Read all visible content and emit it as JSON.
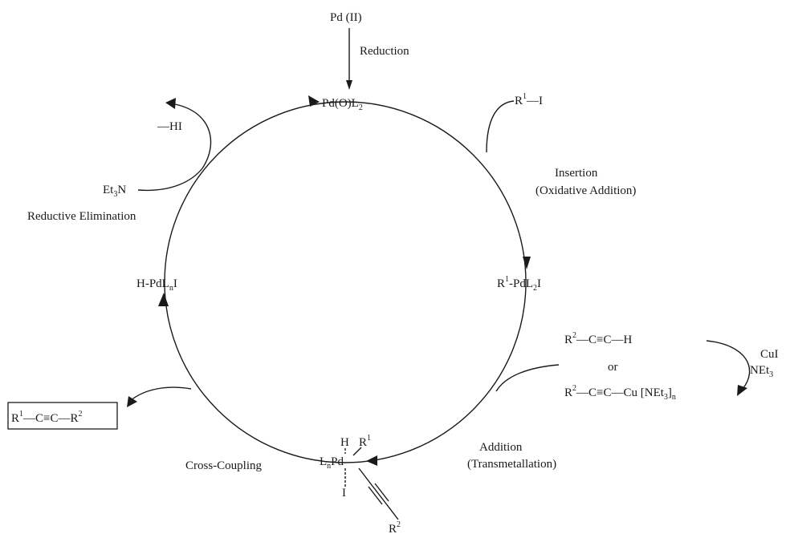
{
  "pd_ii": "Pd (II)",
  "reduction": "Reduction",
  "pd0": {
    "main": "Pd(O)L",
    "sub": "2"
  },
  "r1i": {
    "r": "R",
    "sup": "1",
    "rest": "—I"
  },
  "insertion": "Insertion",
  "oxidative_addition": "(Oxidative Addition)",
  "r1pdl2i": {
    "r": "R",
    "sup": "1",
    "mid": "-PdL",
    "sub": "2",
    "end": "I"
  },
  "alkyne_h": {
    "r": "R",
    "sup": "2",
    "rest": "—C≡C—H"
  },
  "or": "or",
  "alkyne_cu": {
    "r": "R",
    "sup": "2",
    "rest": "—C≡C—Cu [NEt",
    "sub": "3",
    "close": "]",
    "sub2": "n"
  },
  "cui": "CuI",
  "net3": {
    "main": "NEt",
    "sub": "3"
  },
  "addition": "Addition",
  "transmetallation": "(Transmetallation)",
  "complex": {
    "l": "L",
    "lsub": "n",
    "pd": "Pd",
    "h": "H",
    "i": "I",
    "r1": "R",
    "r1sup": "1",
    "r2": "R",
    "r2sup": "2"
  },
  "cross_coupling": "Cross-Coupling",
  "product": {
    "r1": "R",
    "sup1": "1",
    "mid": "—C≡C—R",
    "sup2": "2"
  },
  "hpdlni": {
    "a": "H-PdL",
    "sub": "n",
    "b": "I"
  },
  "reductive_elimination": "Reductive Elimination",
  "et3n": {
    "a": "Et",
    "sub": "3",
    "b": "N"
  },
  "hi": "—HI"
}
